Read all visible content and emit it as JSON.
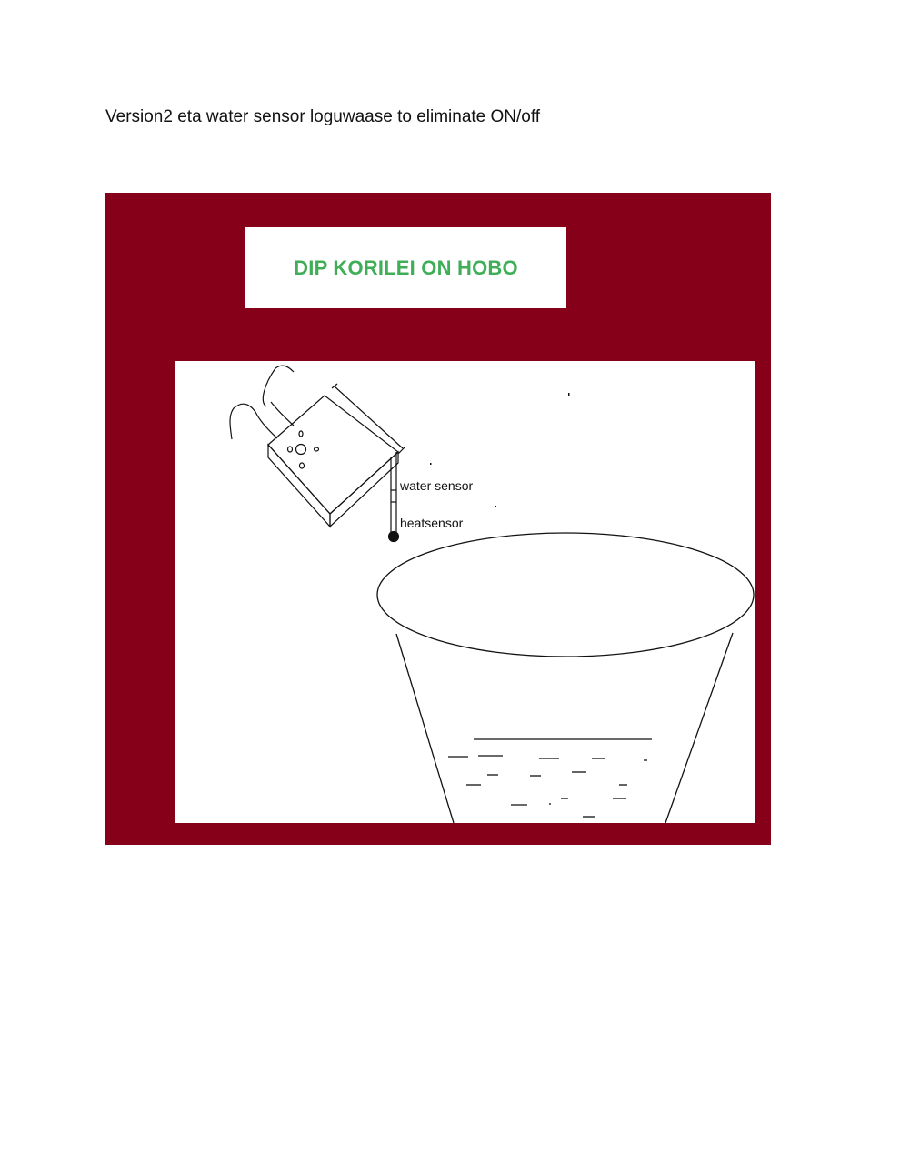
{
  "document": {
    "heading": "Version2 eta water sensor loguwaase to eliminate  ON/off"
  },
  "figure": {
    "title": "DIP KORILEI ON HOBO",
    "colors": {
      "frame": "#870019",
      "title_text": "#3fae57",
      "drawing_background": "#ffffff",
      "ink": "#111111"
    },
    "labels": {
      "water_sensor": "water sensor",
      "heat_sensor": "heatsensor"
    },
    "icons": {
      "logger": "hobo-logger-device-icon",
      "bucket": "water-bucket-icon",
      "probe": "sensor-probe-icon"
    }
  }
}
